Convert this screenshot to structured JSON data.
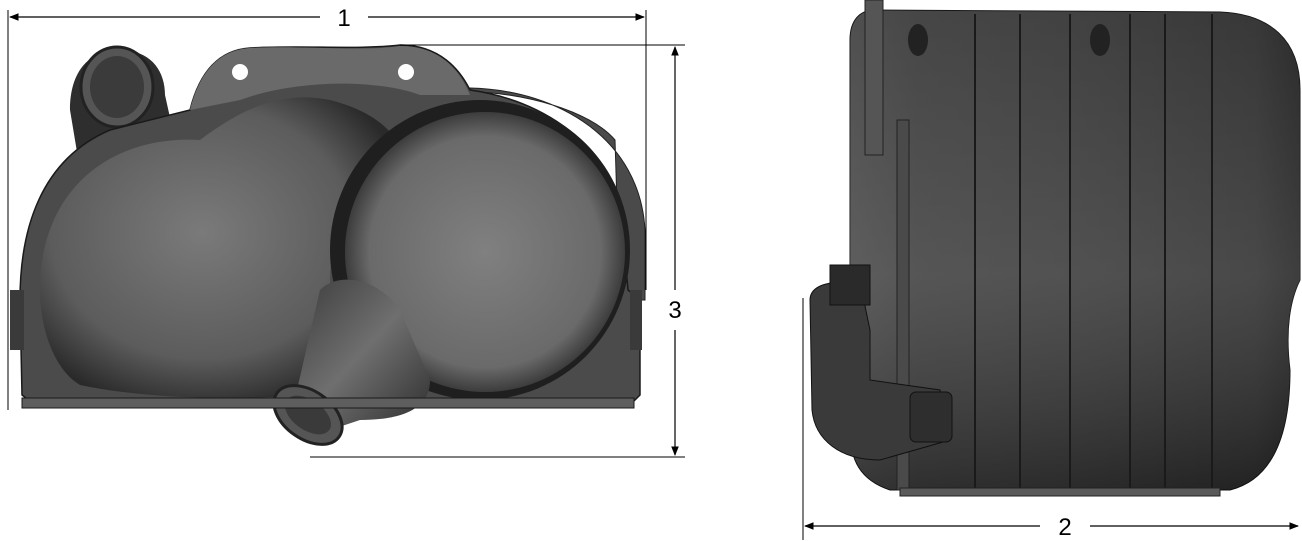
{
  "dimensions": {
    "width_label": "1",
    "depth_label": "2",
    "height_label": "3"
  },
  "colors": {
    "housing_dark": "#2f2f2f",
    "housing_mid": "#5a5a5a",
    "housing_light": "#8a8a8a",
    "dimension_line": "#000000"
  }
}
